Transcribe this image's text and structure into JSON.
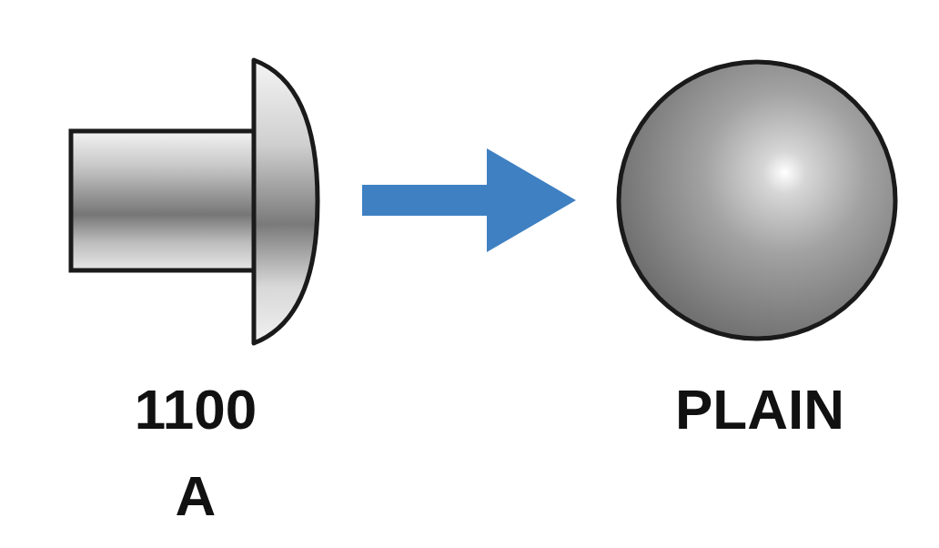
{
  "diagram": {
    "nodes": [
      {
        "text": [
          "1100 A"
        ]
      },
      {
        "text": [
          "PLAIN"
        ]
      }
    ],
    "edges": [
      {
        "from": 0,
        "to": 1,
        "arrow": "to"
      }
    ]
  }
}
